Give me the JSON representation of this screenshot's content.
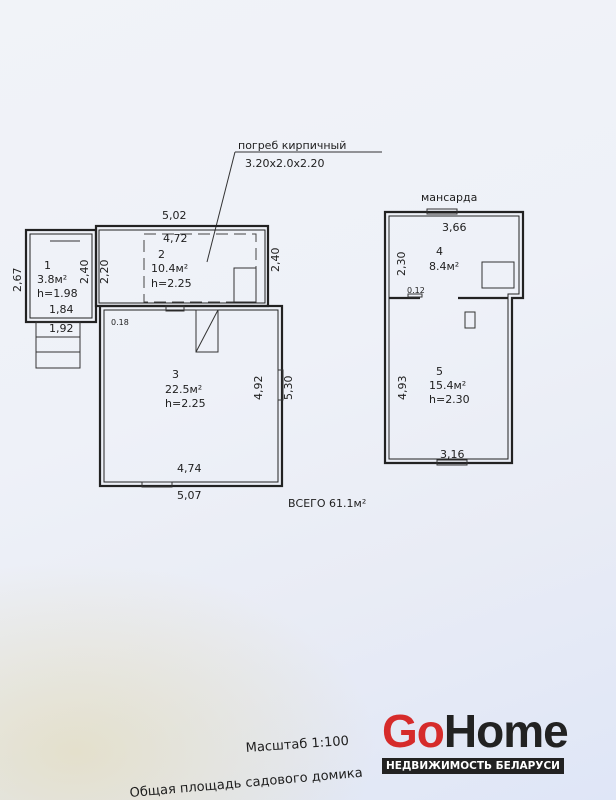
{
  "cellar": {
    "label": "погреб кирпичный",
    "dims": "3.20x2.0x2.20"
  },
  "ground_floor": {
    "dims": {
      "top_outer": "5,02",
      "top_inner": "4,72",
      "right_upper": "2,40",
      "left_room1": "2,67",
      "room1_inner": "2,40",
      "room2_left": "2,20",
      "room1_bottom_inner": "1,84",
      "room1_bottom_outer": "1,92",
      "wall": "0.18",
      "room3_right_inner": "4,92",
      "room3_right_outer": "5,30",
      "bottom_inner": "4,74",
      "bottom_outer": "5,07"
    },
    "rooms": [
      {
        "num": "1",
        "area": "3.8м²",
        "height": "h=1.98"
      },
      {
        "num": "2",
        "area": "10.4м²",
        "height": "h=2.25"
      },
      {
        "num": "3",
        "area": "22.5м²",
        "height": "h=2.25"
      }
    ]
  },
  "attic": {
    "title": "мансарда",
    "dims": {
      "top": "3,66",
      "left_upper": "2,30",
      "left_lower": "4,93",
      "bottom": "3,16",
      "wall": "0.12"
    },
    "rooms": [
      {
        "num": "4",
        "area": "8.4м²"
      },
      {
        "num": "5",
        "area": "15.4м²",
        "height": "h=2.30"
      }
    ]
  },
  "total": "ВСЕГО 61.1м²",
  "scale": "Масштаб 1:100",
  "total_area_caption": "Общая площадь садового домика",
  "watermark": {
    "brand_go": "Go",
    "brand_home": "Home",
    "tagline": "НЕДВИЖИМОСТЬ БЕЛАРУСИ"
  }
}
